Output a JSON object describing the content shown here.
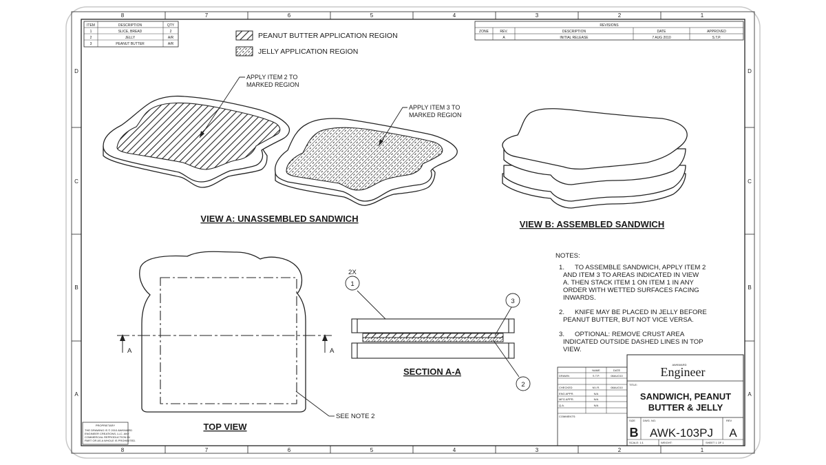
{
  "zones": {
    "top": [
      "8",
      "7",
      "6",
      "5",
      "4",
      "3",
      "2",
      "1"
    ],
    "bottom": [
      "8",
      "7",
      "6",
      "5",
      "4",
      "3",
      "2",
      "1"
    ],
    "side": [
      "D",
      "C",
      "B",
      "A"
    ]
  },
  "bom": {
    "headers": [
      "ITEM",
      "DESCRIPTION",
      "QTY"
    ],
    "rows": [
      [
        "1",
        "SLICE, BREAD",
        "2"
      ],
      [
        "2",
        "JELLY",
        "A/R"
      ],
      [
        "3",
        "PEANUT BUTTER",
        "A/R"
      ]
    ]
  },
  "legend": {
    "peanut": "PEANUT BUTTER APPLICATION REGION",
    "jelly": "JELLY APPLICATION REGION"
  },
  "revisions": {
    "title": "REVISIONS",
    "headers": [
      "ZONE",
      "REV.",
      "DESCRIPTION",
      "DATE",
      "APPROVED"
    ],
    "row": [
      "",
      "A",
      "INITIAL RELEASE",
      "7 AUG 2010",
      "S.T.P."
    ]
  },
  "view_a": {
    "title": "VIEW A: UNASSEMBLED SANDWICH",
    "callout1": [
      "APPLY  ITEM 2 TO",
      "MARKED REGION"
    ],
    "callout2": [
      "APPLY ITEM 3 TO",
      "MARKED REGION"
    ]
  },
  "view_b": {
    "title": "VIEW B: ASSEMBLED SANDWICH"
  },
  "top_view": {
    "title": "TOP VIEW",
    "marker": "A",
    "note_ref": "SEE NOTE 2"
  },
  "section": {
    "title": "SECTION A-A",
    "qty": "2X",
    "balloons": [
      "1",
      "3",
      "2"
    ]
  },
  "notes": {
    "heading": "NOTES:",
    "items": [
      {
        "num": "1.",
        "lines": [
          "TO ASSEMBLE SANDWICH, APPLY ITEM 2",
          "AND ITEM 3 TO AREAS INDICATED IN VIEW",
          "A. THEN STACK ITEM 1 ON ITEM 1 IN ANY",
          "ORDER WITH WETTED SURFACES FACING",
          "INWARDS."
        ]
      },
      {
        "num": "2.",
        "lines": [
          "KNIFE MAY BE PLACED IN JELLY BEFORE",
          "PEANUT BUTTER, BUT NOT VICE VERSA."
        ]
      },
      {
        "num": "3.",
        "lines": [
          "OPTIONAL: REMOVE CRUST AREA",
          "INDICATED OUTSIDE DASHED LINES IN TOP",
          "VIEW."
        ]
      }
    ]
  },
  "approvals": {
    "headers": [
      "",
      "NAME",
      "DATE"
    ],
    "rows": [
      [
        "DRAWN",
        "S.T.P.",
        "08AUG10"
      ],
      [
        "CHECKED",
        "M.I.R.",
        "08AUG10"
      ],
      [
        "ENG APPR.",
        "N/A",
        ""
      ],
      [
        "MFG APPR.",
        "N/A",
        ""
      ],
      [
        "Q.A.",
        "N/A",
        ""
      ],
      [
        "COMMENTS:",
        "",
        ""
      ]
    ]
  },
  "proprietary": {
    "heading": "PROPRIETARY",
    "lines": [
      "THE DRAWING IS © 2010 AWKWARD",
      "ENGINEER CREATIONS, LLC. ANY",
      "COMMERCIAL REPRODUCTION IN",
      "PART OR AS A WHOLE IS PROHIBITED."
    ]
  },
  "title_block": {
    "logo_top": "AWKWARD",
    "logo": "Engineer",
    "title_label": "TITLE:",
    "title_lines": [
      "SANDWICH, PEANUT",
      "BUTTER & JELLY"
    ],
    "size_label": "SIZE",
    "size": "B",
    "dwg_label": "DWG.  NO.",
    "dwg_no": "AWK-103PJ",
    "rev_label": "REV",
    "rev": "A",
    "scale": "SCALE: 1:1",
    "weight": "WEIGHT:",
    "sheet": "SHEET 1 OF 1"
  }
}
